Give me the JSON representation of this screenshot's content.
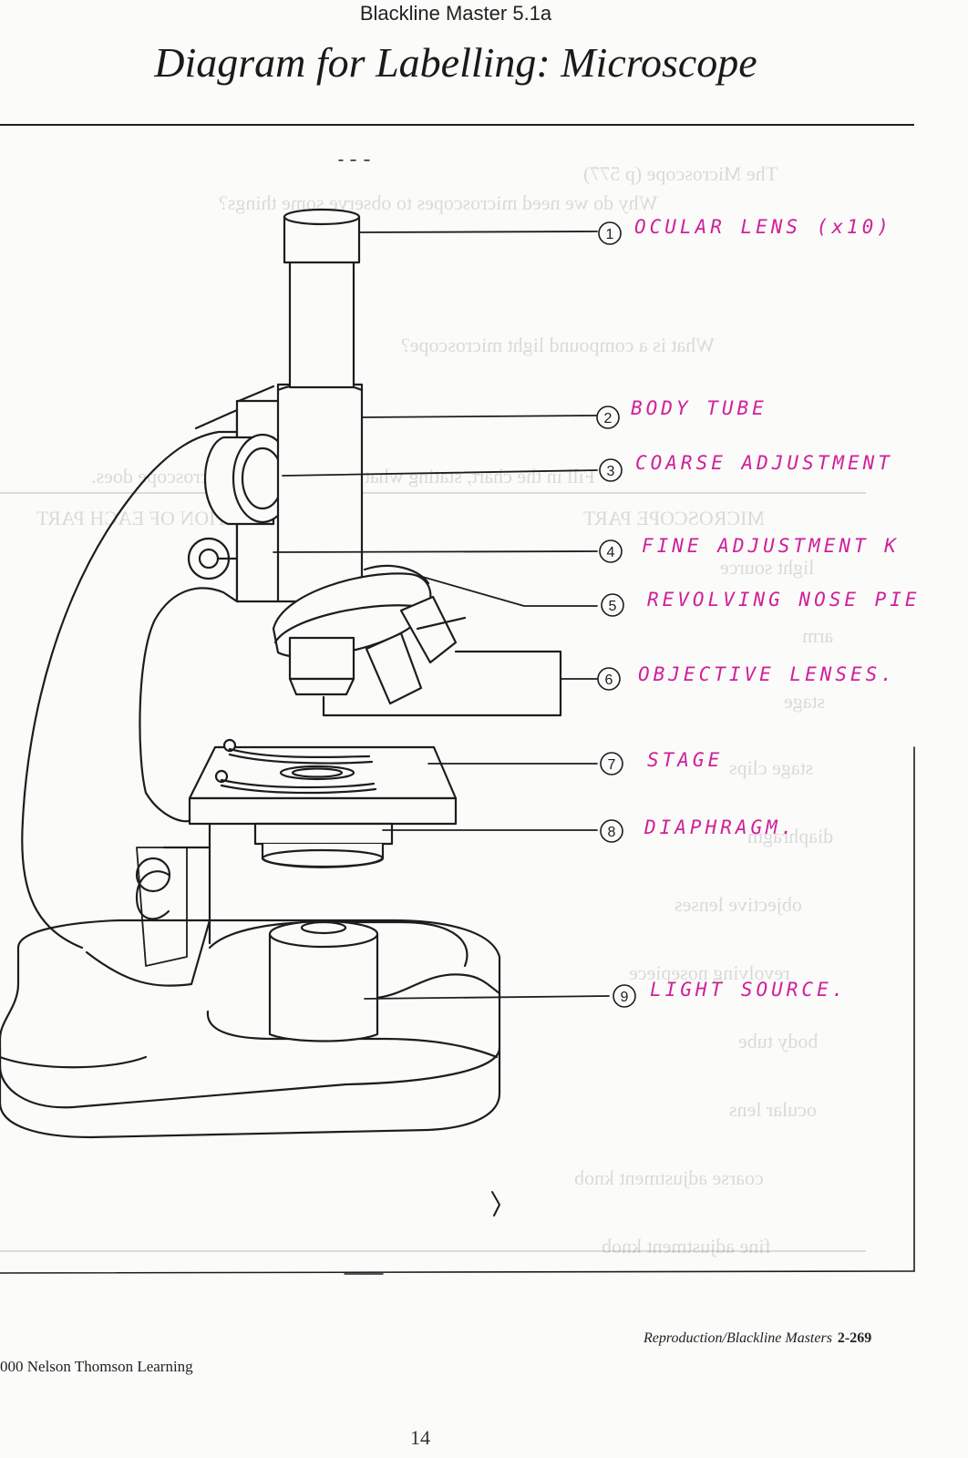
{
  "header": {
    "master": "Blackline Master 5.1a",
    "title": "Diagram for Labelling: Microscope"
  },
  "labels": [
    {
      "num": "1",
      "text": "OCULAR LENS (x10)"
    },
    {
      "num": "2",
      "text": "BODY TUBE"
    },
    {
      "num": "3",
      "text": "COARSE ADJUSTMENT"
    },
    {
      "num": "4",
      "text": "FINE ADJUSTMENT K"
    },
    {
      "num": "5",
      "text": "REVOLVING NOSE PIE"
    },
    {
      "num": "6",
      "text": "OBJECTIVE LENSES."
    },
    {
      "num": "7",
      "text": "STAGE"
    },
    {
      "num": "8",
      "text": "DIAPHRAGM."
    },
    {
      "num": "9",
      "text": "LIGHT SOURCE."
    }
  ],
  "bleed_through": {
    "lines": [
      "The Microscope (p 577)",
      "Why do we need microscopes to observe some things?",
      "What is a compound light microscope?",
      "Fill in the chart, stating what each part of the microscope does.",
      "MICROSCOPE PART",
      "FUNCTION OF EACH PART",
      "light source",
      "arm",
      "stage",
      "stage clips",
      "diaphragm",
      "objective lenses",
      "revolving nosepiece",
      "body tube",
      "ocular lens",
      "coarse adjustment knob",
      "fine adjustment knob"
    ]
  },
  "footer": {
    "copyright": "000 Nelson Thomson Learning",
    "right_text": "Reproduction/Blackline Masters",
    "page_number": "2-269",
    "handwritten_page": "14"
  },
  "colors": {
    "ink": "#1d1d1d",
    "handwriting": "#d0209a",
    "paper": "#fbfbfa"
  }
}
